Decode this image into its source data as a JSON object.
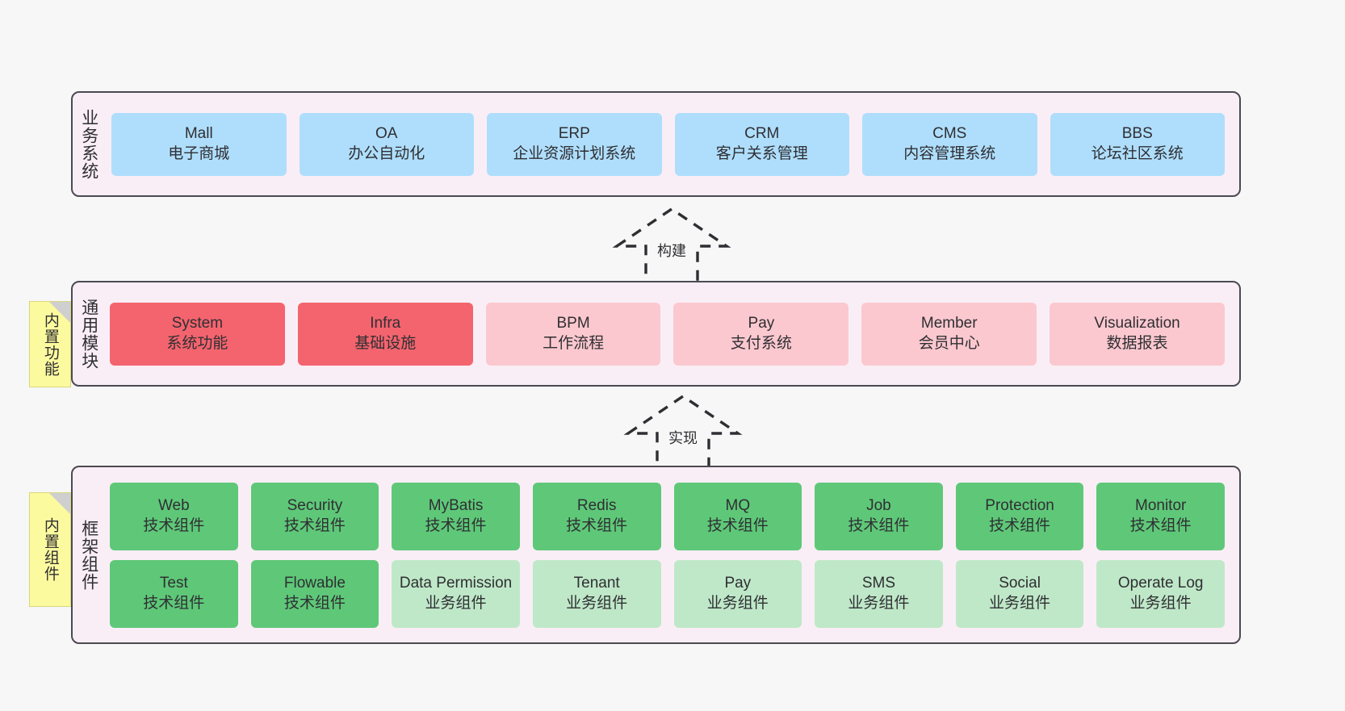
{
  "diagram": {
    "background": "#f7f7f7",
    "panel_bg": "#faeef6",
    "panel_border": "#4a4a52",
    "colors": {
      "business": "#afdefc",
      "module_core": "#f4646e",
      "module_plain": "#fbc8cf",
      "tech_component": "#5ec878",
      "biz_component": "#bfe8c8",
      "sticky": "#fcfa9e"
    }
  },
  "sections": {
    "business": {
      "label": "业务系统",
      "cards": [
        {
          "t1": "Mall",
          "t2": "电子商城"
        },
        {
          "t1": "OA",
          "t2": "办公自动化"
        },
        {
          "t1": "ERP",
          "t2": "企业资源计划系统"
        },
        {
          "t1": "CRM",
          "t2": "客户关系管理"
        },
        {
          "t1": "CMS",
          "t2": "内容管理系统"
        },
        {
          "t1": "BBS",
          "t2": "论坛社区系统"
        }
      ]
    },
    "common": {
      "label": "通用模块",
      "sticky": "内置功能",
      "cards": [
        {
          "t1": "System",
          "t2": "系统功能",
          "style": "c-red"
        },
        {
          "t1": "Infra",
          "t2": "基础设施",
          "style": "c-red"
        },
        {
          "t1": "BPM",
          "t2": "工作流程",
          "style": "c-pink"
        },
        {
          "t1": "Pay",
          "t2": "支付系统",
          "style": "c-pink"
        },
        {
          "t1": "Member",
          "t2": "会员中心",
          "style": "c-pink"
        },
        {
          "t1": "Visualization",
          "t2": "数据报表",
          "style": "c-pink"
        }
      ]
    },
    "framework": {
      "label": "框架组件",
      "sticky": "内置组件",
      "row1": [
        {
          "t1": "Web",
          "t2": "技术组件"
        },
        {
          "t1": "Security",
          "t2": "技术组件"
        },
        {
          "t1": "MyBatis",
          "t2": "技术组件"
        },
        {
          "t1": "Redis",
          "t2": "技术组件"
        },
        {
          "t1": "MQ",
          "t2": "技术组件"
        },
        {
          "t1": "Job",
          "t2": "技术组件"
        },
        {
          "t1": "Protection",
          "t2": "技术组件"
        },
        {
          "t1": "Monitor",
          "t2": "技术组件"
        }
      ],
      "row2": [
        {
          "t1": "Test",
          "t2": "技术组件",
          "style": "c-green"
        },
        {
          "t1": "Flowable",
          "t2": "技术组件",
          "style": "c-green"
        },
        {
          "t1": "Data Permission",
          "t2": "业务组件",
          "style": "c-lgreen"
        },
        {
          "t1": "Tenant",
          "t2": "业务组件",
          "style": "c-lgreen"
        },
        {
          "t1": "Pay",
          "t2": "业务组件",
          "style": "c-lgreen"
        },
        {
          "t1": "SMS",
          "t2": "业务组件",
          "style": "c-lgreen"
        },
        {
          "t1": "Social",
          "t2": "业务组件",
          "style": "c-lgreen"
        },
        {
          "t1": "Operate Log",
          "t2": "业务组件",
          "style": "c-lgreen"
        }
      ]
    }
  },
  "arrows": [
    {
      "id": "build",
      "label": "构建",
      "style": "dashed-hollow-up"
    },
    {
      "id": "implement",
      "label": "实现",
      "style": "dashed-hollow-up"
    }
  ]
}
